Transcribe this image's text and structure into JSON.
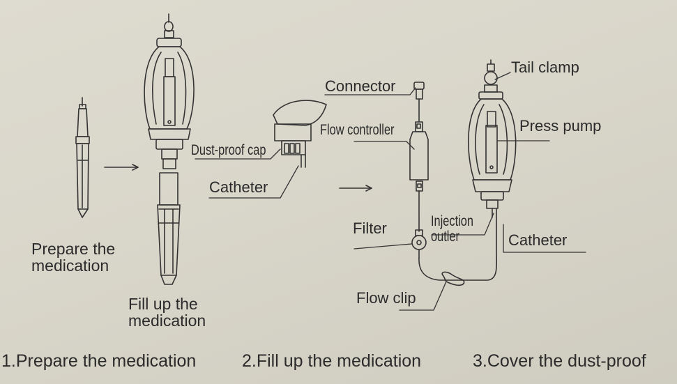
{
  "labels": {
    "prepare_the_medication": "Prepare the\nmedication",
    "fill_up_the_medication": "Fill up the\nmedication",
    "dust_proof_cap": "Dust-proof cap",
    "catheter_1": "Catheter",
    "connector": "Connector",
    "flow_controller": "Flow controller",
    "filter": "Filter",
    "injection_outlet": "Injection\noutler",
    "flow_clip": "Flow clip",
    "tail_clamp": "Tail clamp",
    "press_pump": "Press pump",
    "catheter_2": "Catheter"
  },
  "steps": [
    "1.Prepare the medication",
    "2.Fill up the medication",
    "3.Cover the dust-proof"
  ],
  "colors": {
    "ink": "#2b2b2b",
    "background": "#dcd9ce"
  }
}
